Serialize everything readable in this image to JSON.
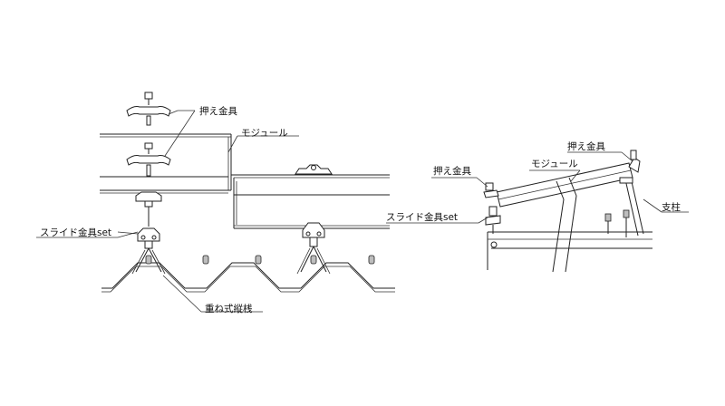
{
  "labels": {
    "left_clamp": "押え金具",
    "left_module": "モジュール",
    "left_slide": "スライド金具set",
    "left_roof": "重ね式縦桟",
    "right_clamp_top": "押え金具",
    "right_clamp_left": "押え金具",
    "right_module": "モジュール",
    "right_post": "支柱",
    "right_slide": "スライド金具set"
  },
  "colors": {
    "line": "#222222",
    "background": "#ffffff"
  }
}
